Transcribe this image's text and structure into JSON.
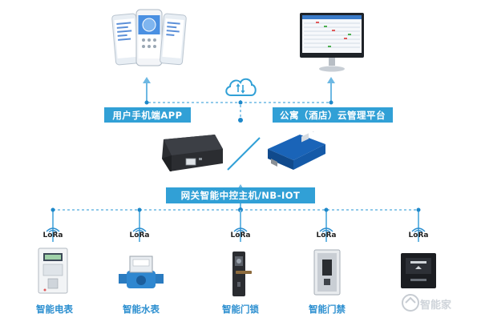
{
  "top": {
    "app_label": "用户手机端APP",
    "platform_label": "公寓（酒店）云管理平台"
  },
  "gateway": {
    "label": "网关智能中控主机/NB-IOT"
  },
  "protocol": "LoRa",
  "devices": [
    {
      "label": "智能电表",
      "icon": "electric-meter-icon"
    },
    {
      "label": "智能水表",
      "icon": "water-meter-icon"
    },
    {
      "label": "智能门锁",
      "icon": "door-lock-icon"
    },
    {
      "label": "智能门禁",
      "icon": "access-control-icon"
    },
    {
      "label": "",
      "icon": "card-power-switch-icon"
    }
  ],
  "watermark": "智能家",
  "colors": {
    "accent": "#31a0d6",
    "line": "#6db8e3",
    "dot": "#1e88c9"
  }
}
